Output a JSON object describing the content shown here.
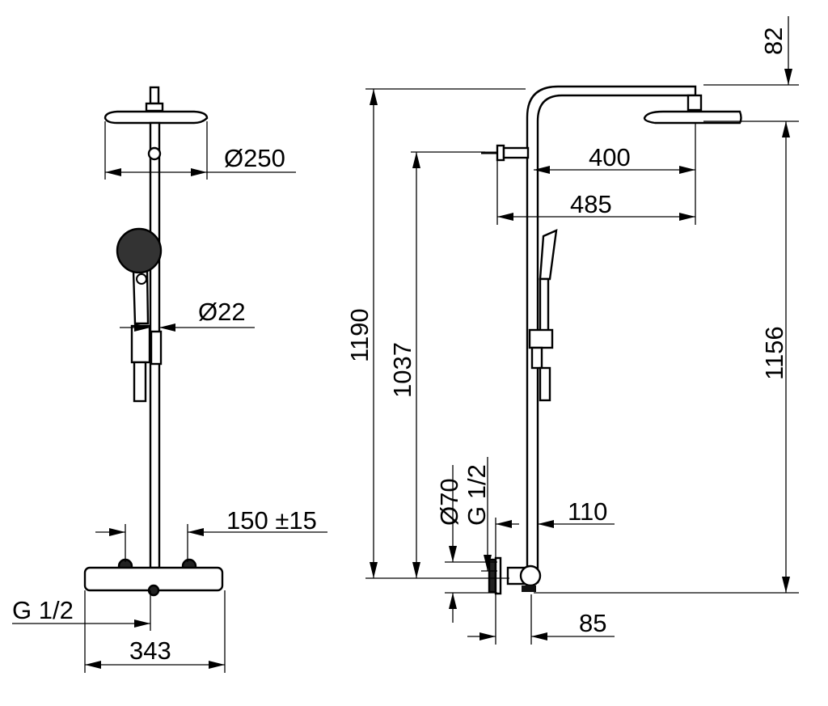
{
  "title": "Shower system dimension drawing",
  "front_view": {
    "head_diameter": "Ø250",
    "rail_diameter": "Ø22",
    "connection_spacing": "150 ±15",
    "inlet_thread": "G 1/2",
    "thermostat_width": "343"
  },
  "side_view": {
    "head_offset": "82",
    "arm_projection_head": "400",
    "arm_projection_total": "485",
    "total_height": "1190",
    "bracket_height": "1037",
    "rosette_diameter": "Ø70",
    "inlet_thread": "G 1/2",
    "wall_distance": "110",
    "head_height": "1156",
    "inlet_projection": "85"
  },
  "colors": {
    "line": "#000000",
    "background": "#ffffff"
  }
}
